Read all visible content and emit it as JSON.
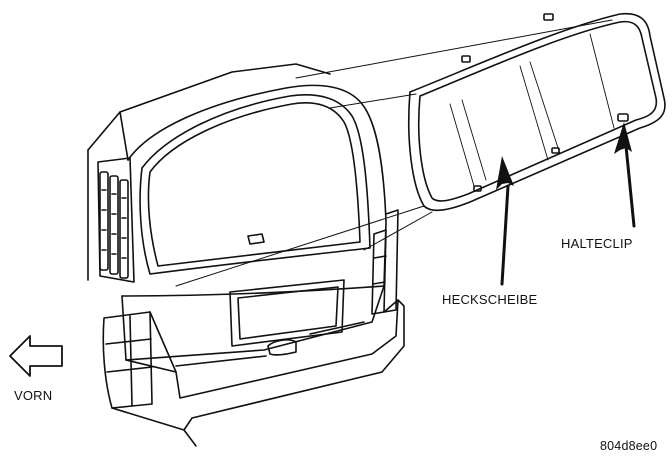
{
  "labels": {
    "halteclip": "HALTECLIP",
    "heckscheibe": "HECKSCHEIBE",
    "vorn": "VORN",
    "figure_id": "804d8ee0"
  }
}
